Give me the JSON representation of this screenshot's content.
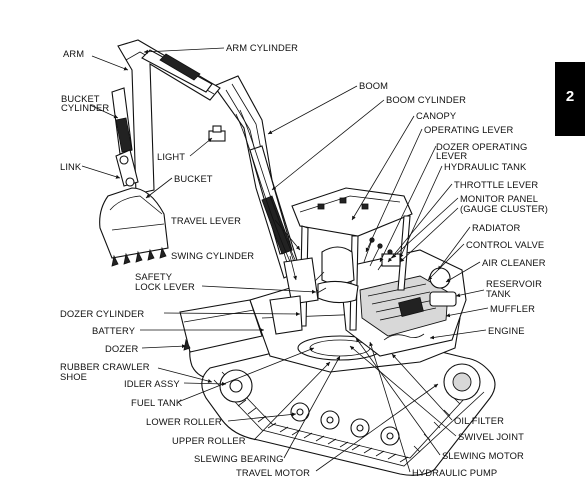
{
  "section_tab": {
    "number": "2"
  },
  "labels": {
    "arm": "ARM",
    "arm_cylinder": "ARM CYLINDER",
    "boom": "BOOM",
    "boom_cylinder": "BOOM CYLINDER",
    "bucket_cylinder_1": "BUCKET",
    "bucket_cylinder_2": "CYLINDER",
    "canopy": "CANOPY",
    "operating_lever": "OPERATING LEVER",
    "dozer_operating_lever_1": "DOZER OPERATING",
    "dozer_operating_lever_2": "LEVER",
    "hydraulic_tank": "HYDRAULIC TANK",
    "light": "LIGHT",
    "link": "LINK",
    "bucket": "BUCKET",
    "throttle_lever": "THROTTLE LEVER",
    "monitor_panel_1": "MONITOR PANEL",
    "monitor_panel_2": "(GAUGE CLUSTER)",
    "travel_lever": "TRAVEL LEVER",
    "radiator": "RADIATOR",
    "control_valve": "CONTROL VALVE",
    "swing_cylinder": "SWING CYLINDER",
    "air_cleaner": "AIR CLEANER",
    "safety_lock_lever_1": "SAFETY",
    "safety_lock_lever_2": "LOCK LEVER",
    "reservoir_tank_1": "RESERVOIR",
    "reservoir_tank_2": "TANK",
    "muffler": "MUFFLER",
    "dozer_cylinder": "DOZER CYLINDER",
    "battery": "BATTERY",
    "engine": "ENGINE",
    "dozer": "DOZER",
    "rubber_crawler_shoe_1": "RUBBER CRAWLER",
    "rubber_crawler_shoe_2": "SHOE",
    "idler_assy": "IDLER ASSY",
    "fuel_tank": "FUEL TANK",
    "oil_filter": "OIL FILTER",
    "lower_roller": "LOWER ROLLER",
    "swivel_joint": "SWIVEL JOINT",
    "upper_roller": "UPPER ROLLER",
    "slewing_motor": "SLEWING MOTOR",
    "slewing_bearing": "SLEWING BEARING",
    "travel_motor": "TRAVEL MOTOR",
    "hydraulic_pump": "HYDRAULIC PUMP"
  }
}
